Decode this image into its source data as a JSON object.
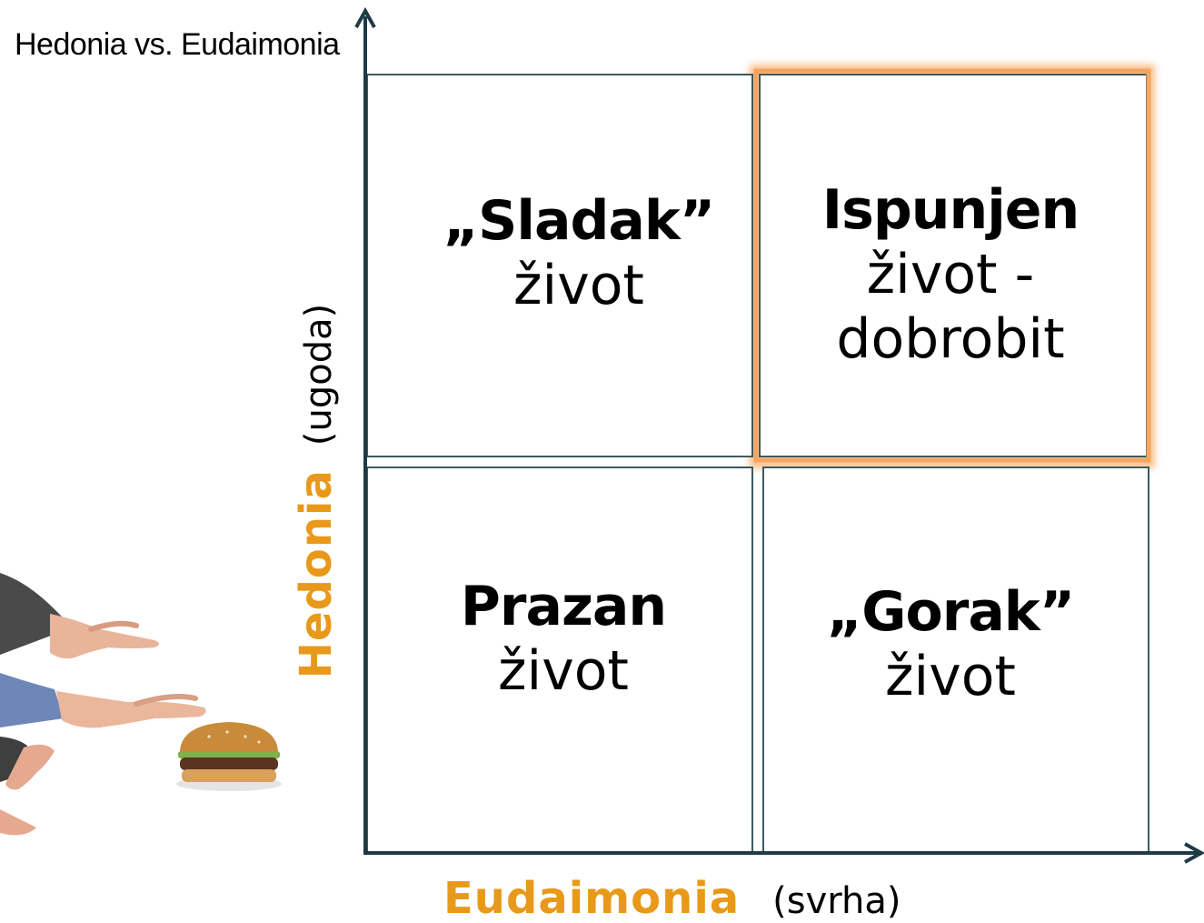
{
  "title": "Hedonia vs. Eudaimonia",
  "colors": {
    "axis_label_orange": "#E8991A",
    "highlight_border": "#F4A560",
    "grid_line": "#3E5A5C",
    "axis_line": "#1F3A44"
  },
  "axes": {
    "x": {
      "name": "Eudaimonia",
      "note": "(svrha)"
    },
    "y": {
      "name": "Hedonia",
      "note": "(ugoda)"
    }
  },
  "quadrants": {
    "top_left": {
      "line1": "„Sladak”",
      "line2": "život",
      "line3": ""
    },
    "top_right": {
      "line1": "Ispunjen",
      "line2": "život -",
      "line3": "dobrobit",
      "highlighted": true
    },
    "bottom_left": {
      "line1": "Prazan",
      "line2": "život",
      "line3": ""
    },
    "bottom_right": {
      "line1": "„Gorak”",
      "line2": "život",
      "line3": ""
    }
  },
  "illustration": {
    "icon": "hands-reaching-for-burger-icon"
  }
}
